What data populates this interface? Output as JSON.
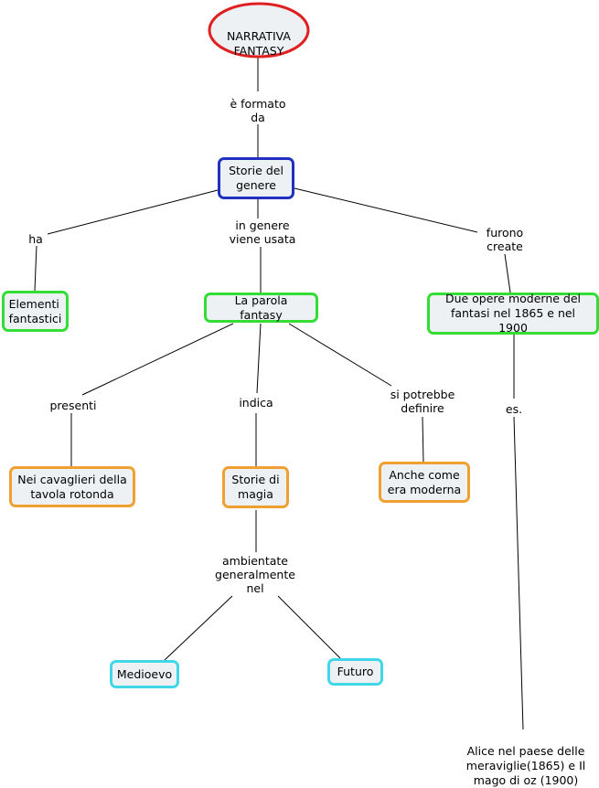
{
  "colors": {
    "root": "#e02020",
    "main": "#2030c0",
    "level1": "#33dd33",
    "level2": "#f0a030",
    "level3": "#40d8e8",
    "line": "#000000"
  },
  "nodes": {
    "root": "NARRATIVA\nFANTASY",
    "storie_genere": "Storie del\ngenere",
    "elementi": "Elementi\nfantastici",
    "parola_fantasy": "La parola fantasy",
    "due_opere": "Due opere moderne del\nfantasi nel 1865 e nel 1900",
    "cavaglieri": "Nei cavaglieri della\ntavola rotonda",
    "storie_magia": "Storie di\nmagia",
    "anche_come": "Anche come\nera moderna",
    "medioevo": "Medioevo",
    "futuro": "Futuro",
    "alice": "Alice nel paese delle\nmeraviglie(1865) e Il\nmago di oz (1900)"
  },
  "links": {
    "e_formato_da": "è formato\nda",
    "ha": "ha",
    "in_genere": "in genere\nviene usata",
    "furono_create": "furono\ncreate",
    "presenti": "presenti",
    "indica": "indica",
    "si_potrebbe": "si potrebbe\ndefinire",
    "es": "es.",
    "ambientate": "ambientate\ngeneralmente\nnel"
  }
}
